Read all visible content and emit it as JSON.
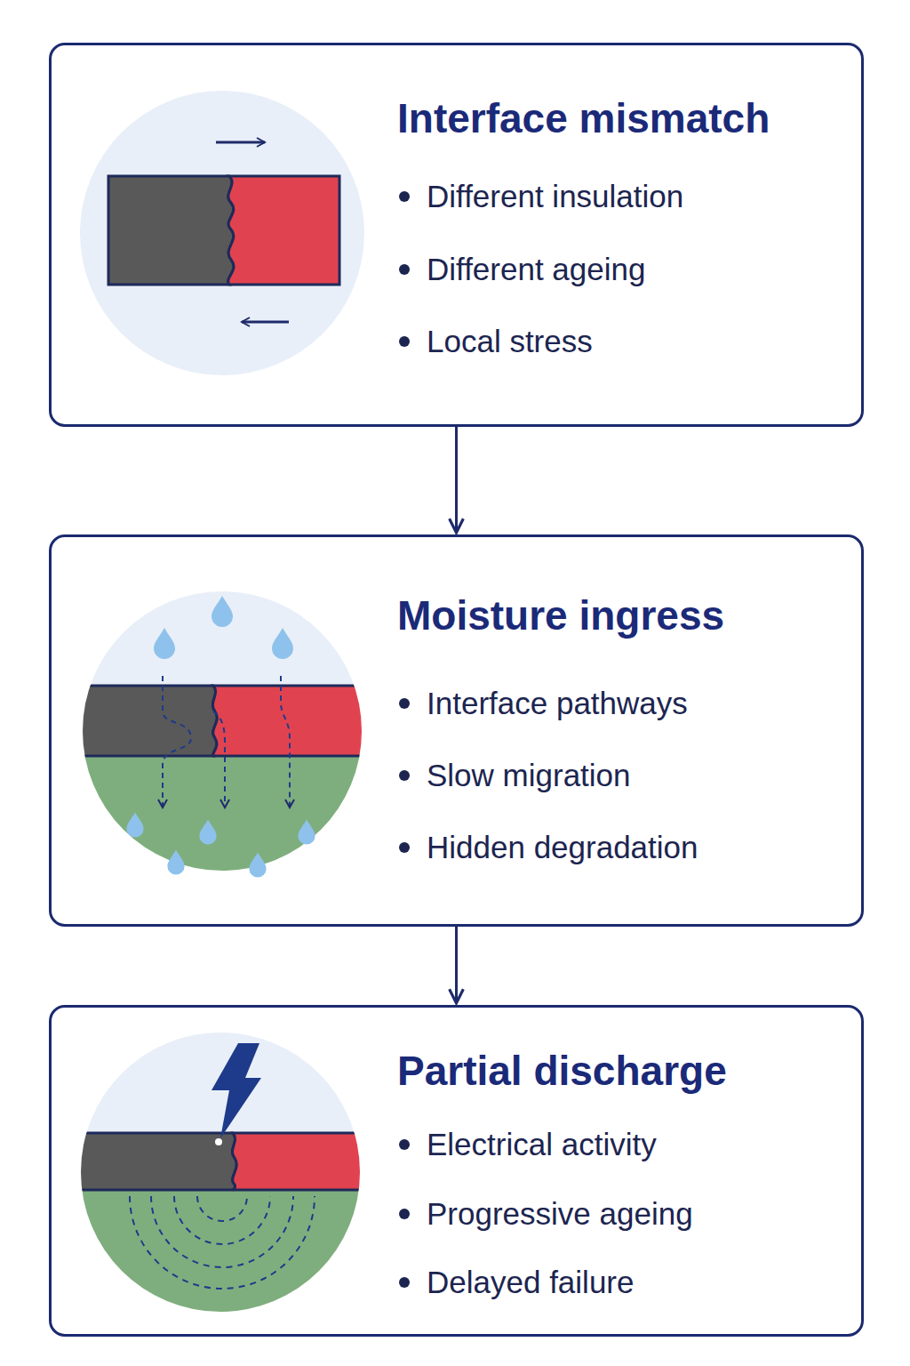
{
  "diagram": {
    "nodes": [
      {
        "text": [
          "Interface mismatch",
          "Different insulation",
          "Different ageing",
          "Local stress"
        ]
      },
      {
        "text": [
          "Moisture ingress",
          "Interface pathways",
          "Slow migration",
          "Hidden degradation"
        ]
      },
      {
        "text": [
          "Partial discharge",
          "Electrical activity",
          "Progressive ageing",
          "Delayed failure"
        ]
      }
    ],
    "edges": [
      {
        "from": 0,
        "to": 1,
        "arrow": "to"
      },
      {
        "from": 1,
        "to": 2,
        "arrow": "to"
      }
    ]
  }
}
